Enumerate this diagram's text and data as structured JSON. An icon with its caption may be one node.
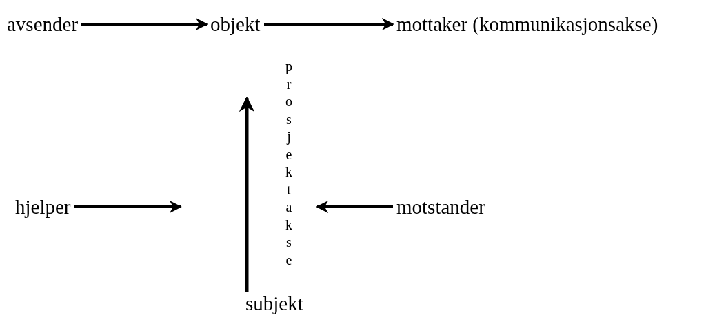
{
  "diagram": {
    "nodes": [
      {
        "text": [
          "avsender"
        ]
      },
      {
        "text": [
          "objekt"
        ]
      },
      {
        "text": [
          "mottaker (kommunikasjonsakse)"
        ]
      },
      {
        "text": [
          "hjelper"
        ]
      },
      {
        "text": [
          "motstander"
        ]
      },
      {
        "text": [
          "subjekt"
        ]
      }
    ],
    "edges": [
      {
        "from": 0,
        "to": 1,
        "arrow": "to"
      },
      {
        "from": 1,
        "to": 2,
        "arrow": "to"
      },
      {
        "from": 5,
        "to": 1,
        "arrow": "to",
        "label": "prosjektakse"
      },
      {
        "from": 3,
        "to": null,
        "arrow": "to"
      },
      {
        "from": 4,
        "to": null,
        "arrow": "to"
      }
    ]
  }
}
